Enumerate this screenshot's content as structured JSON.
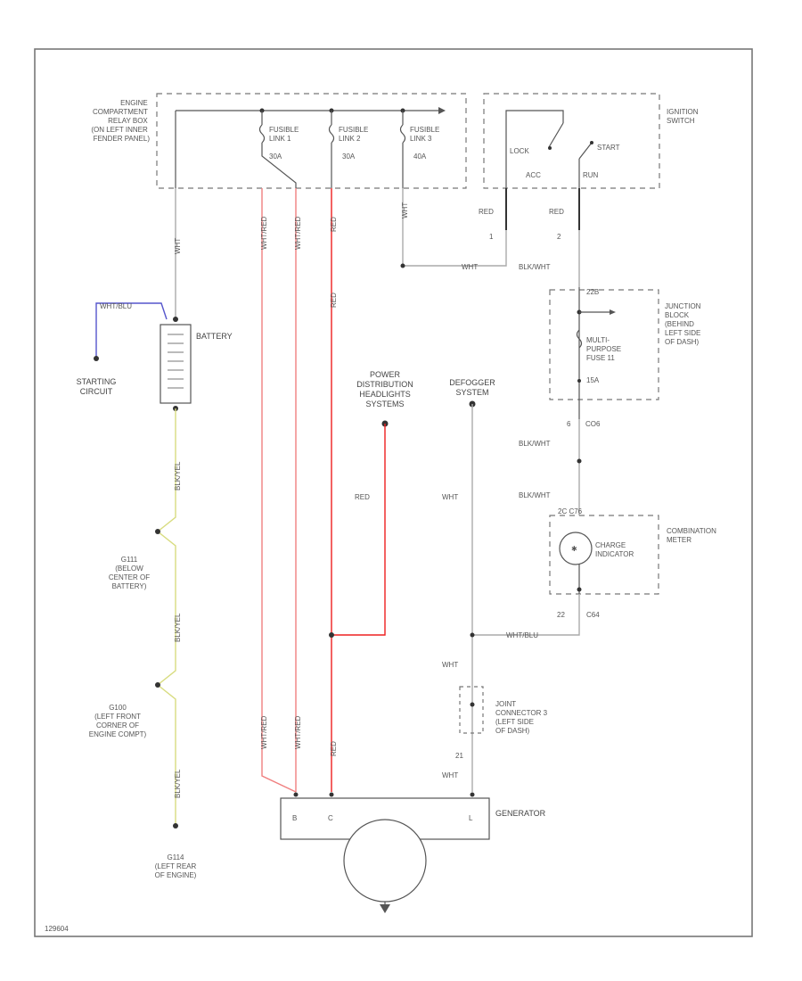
{
  "colors": {
    "red": "#f08080",
    "red_bright": "#ee2020",
    "yellow": "#d8dc80",
    "blue": "#5555cc",
    "gray": "#aaaaaa",
    "dark": "#333333"
  },
  "relay_box": {
    "label": [
      "ENGINE",
      "COMPARTMENT",
      "RELAY BOX",
      "(ON LEFT INNER",
      "FENDER PANEL)"
    ]
  },
  "fusible_links": [
    {
      "label": [
        "FUSIBLE",
        "LINK 1"
      ],
      "rating": "30A"
    },
    {
      "label": [
        "FUSIBLE",
        "LINK 2"
      ],
      "rating": "30A"
    },
    {
      "label": [
        "FUSIBLE",
        "LINK 3"
      ],
      "rating": "40A"
    }
  ],
  "ignition": {
    "label": [
      "IGNITION",
      "SWITCH"
    ],
    "lock": "LOCK",
    "start": "START",
    "acc": "ACC",
    "run": "RUN",
    "pin1": "1",
    "pin2": "2"
  },
  "junction_block": {
    "label": [
      "JUNCTION",
      "BLOCK",
      "(BEHIND",
      "LEFT SIDE",
      "OF DASH)"
    ],
    "pin_top": "22B",
    "fuse": [
      "MULTI-",
      "PURPOSE",
      "FUSE 11"
    ],
    "fuse_rating": "15A",
    "pin_bottom": "6",
    "pin_bottom_conn": "CO6"
  },
  "battery": {
    "label": "BATTERY"
  },
  "starting": {
    "label": [
      "STARTING",
      "CIRCUIT"
    ]
  },
  "grounds": [
    {
      "id": "G111",
      "label": [
        "G111",
        "(BELOW",
        "CENTER OF",
        "BATTERY)"
      ]
    },
    {
      "id": "G100",
      "label": [
        "G100",
        "(LEFT FRONT",
        "CORNER OF",
        "ENGINE COMPT)"
      ]
    },
    {
      "id": "G114",
      "label": [
        "G114",
        "(LEFT REAR",
        "OF ENGINE)"
      ]
    }
  ],
  "power_dist": {
    "label": [
      "POWER",
      "DISTRIBUTION",
      "HEADLIGHTS",
      "SYSTEMS"
    ]
  },
  "defogger": {
    "label": [
      "DEFOGGER",
      "SYSTEM"
    ]
  },
  "combination_meter": {
    "label": [
      "COMBINATION",
      "METER"
    ],
    "pins": "2C  C76",
    "indicator": [
      "CHARGE",
      "INDICATOR"
    ],
    "pin_bottom": "22",
    "pin_bottom_conn": "C64"
  },
  "joint_connector": {
    "label": [
      "JOINT",
      "CONNECTOR 3",
      "(LEFT SIDE",
      "OF DASH)"
    ],
    "pin": "21"
  },
  "generator": {
    "label": "GENERATOR",
    "terminals": [
      "B",
      "C",
      "L"
    ]
  },
  "wire_labels": {
    "wht": "WHT",
    "red": "RED",
    "wht_red": "WHT/RED",
    "blk_wht": "BLK/WHT",
    "blk_yel": "BLK/YEL",
    "wht_blu": "WHT/BLU"
  },
  "diagram_id": "129604"
}
